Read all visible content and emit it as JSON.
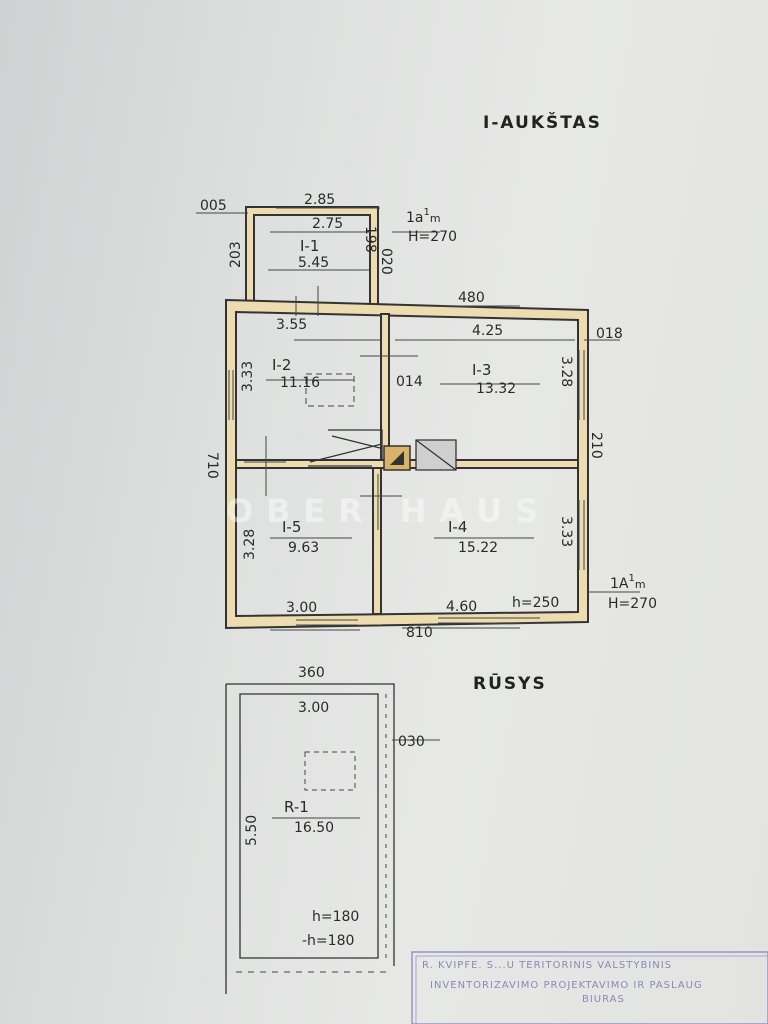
{
  "floor_title": "I-AUKŠTAS",
  "basement_title": "RŪSYS",
  "rooms": [
    {
      "code": "I-1",
      "area": "5.45"
    },
    {
      "code": "I-2",
      "area": "11.16"
    },
    {
      "code": "I-3",
      "area": "13.32"
    },
    {
      "code": "I-4",
      "area": "15.22"
    },
    {
      "code": "I-5",
      "area": "9.63"
    },
    {
      "code": "R-1",
      "area": "16.50"
    }
  ],
  "annotations": {
    "porch_marker": "1a",
    "porch_marker_sup": "1",
    "porch_marker_sub": "m",
    "porch_height": "H=270",
    "house_marker": "1A",
    "house_marker_sup": "1",
    "house_marker_sub": "m",
    "house_height": "H=270",
    "room_height": "h=250",
    "basement_height": "h=180",
    "basement_depth": "-h=180"
  },
  "dimensions": {
    "d005": "005",
    "d285": "2.85",
    "d275": "2.75",
    "d203": "203",
    "d198": "198",
    "d020": "020",
    "d480": "480",
    "d355": "3.55",
    "d425": "4.25",
    "d018": "018",
    "d333": "3.33",
    "d014": "014",
    "d328a": "3.28",
    "d710": "710",
    "d210": "210",
    "d328b": "3.28",
    "d333b": "3.33",
    "d300": "3.00",
    "d460": "4.60",
    "d810": "810",
    "d360": "360",
    "d300b": "3.00",
    "d030": "030",
    "d550": "5.50"
  },
  "watermark": "OBER HAUS",
  "stamp": {
    "line1": "R. KVIPFE. S...U TERITORINIS VALSTYBINIS",
    "line2": "INVENTORIZAVIMO PROJEKTAVIMO IR PASLAUG",
    "line3": "BIURAS"
  }
}
